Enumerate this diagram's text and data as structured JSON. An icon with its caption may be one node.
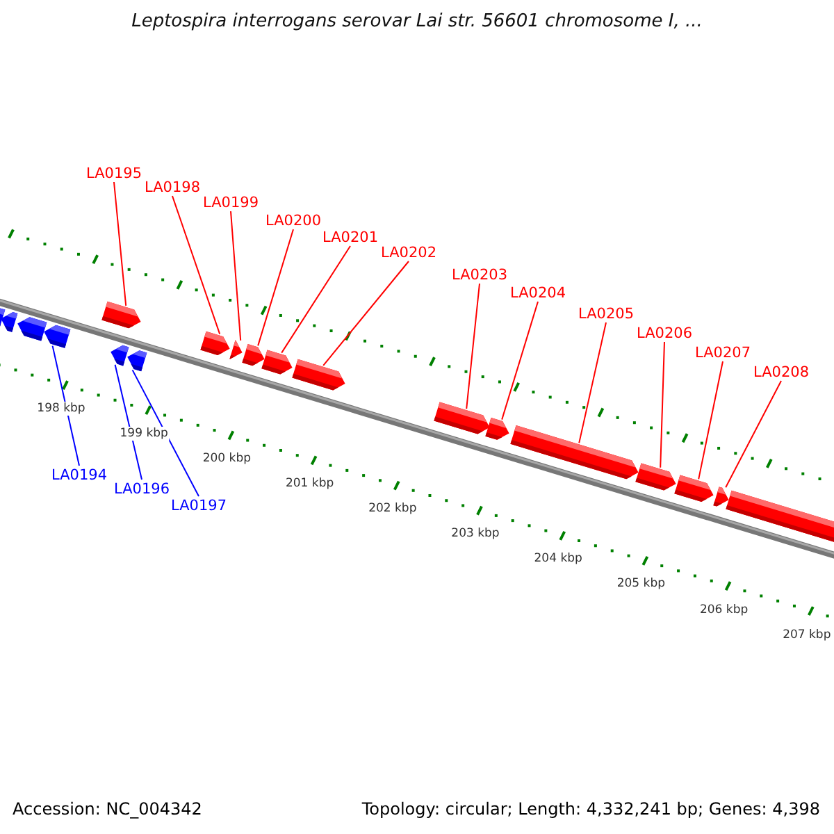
{
  "diagram": {
    "title": "Leptospira interrogans serovar Lai str. 56601 chromosome I, ...",
    "nodes": [
      {
        "text": [
          "LA0195"
        ]
      },
      {
        "text": [
          "LA0198"
        ]
      },
      {
        "text": [
          "LA0199"
        ]
      },
      {
        "text": [
          "LA0200"
        ]
      },
      {
        "text": [
          "LA0201"
        ]
      },
      {
        "text": [
          "LA0202"
        ]
      },
      {
        "text": [
          "LA0203"
        ]
      },
      {
        "text": [
          "LA0204"
        ]
      },
      {
        "text": [
          "LA0205"
        ]
      },
      {
        "text": [
          "LA0206"
        ]
      },
      {
        "text": [
          "LA0207"
        ]
      },
      {
        "text": [
          "LA0208"
        ]
      },
      {
        "text": [
          "LA0194"
        ]
      },
      {
        "text": [
          "LA0196"
        ]
      },
      {
        "text": [
          "LA0197"
        ]
      },
      {
        "text": [],
        "shape": "arrow"
      },
      {
        "text": [],
        "shape": "arrow"
      },
      {
        "text": [],
        "shape": "arrow"
      },
      {
        "text": [],
        "shape": "arrow"
      },
      {
        "text": [],
        "shape": "arrow"
      },
      {
        "text": [],
        "shape": "arrow"
      },
      {
        "text": [],
        "shape": "arrow"
      },
      {
        "text": [],
        "shape": "arrow"
      },
      {
        "text": [],
        "shape": "arrow"
      },
      {
        "text": [],
        "shape": "arrow"
      },
      {
        "text": [],
        "shape": "arrow"
      },
      {
        "text": [],
        "shape": "arrow"
      },
      {
        "text": [],
        "shape": "arrow"
      },
      {
        "text": [],
        "shape": "arrow"
      },
      {
        "text": [],
        "shape": "arrow"
      },
      {
        "text": [],
        "shape": "arrow"
      },
      {
        "text": [],
        "shape": "arrow"
      },
      {
        "text": [],
        "shape": "arrow"
      },
      {
        "text": [],
        "shape": "arrow"
      }
    ],
    "edges": [
      {
        "from": 0,
        "to": 19,
        "arrow": "none"
      },
      {
        "from": 1,
        "to": 22,
        "arrow": "none"
      },
      {
        "from": 2,
        "to": 23,
        "arrow": "none"
      },
      {
        "from": 3,
        "to": 24,
        "arrow": "none"
      },
      {
        "from": 4,
        "to": 25,
        "arrow": "none"
      },
      {
        "from": 5,
        "to": 26,
        "arrow": "none"
      },
      {
        "from": 6,
        "to": 27,
        "arrow": "none"
      },
      {
        "from": 7,
        "to": 28,
        "arrow": "none"
      },
      {
        "from": 8,
        "to": 29,
        "arrow": "none"
      },
      {
        "from": 9,
        "to": 30,
        "arrow": "none"
      },
      {
        "from": 10,
        "to": 31,
        "arrow": "none"
      },
      {
        "from": 11,
        "to": 32,
        "arrow": "none"
      },
      {
        "from": 12,
        "to": 18,
        "arrow": "none",
        "color": "#0000ff"
      },
      {
        "from": 13,
        "to": 20,
        "arrow": "none",
        "color": "#0000ff"
      },
      {
        "from": 14,
        "to": 21,
        "arrow": "none",
        "color": "#0000ff"
      }
    ],
    "labels": [
      "198 kbp",
      "199 kbp",
      "200 kbp",
      "201 kbp",
      "202 kbp",
      "203 kbp",
      "204 kbp",
      "205 kbp",
      "206 kbp",
      "207 kbp",
      "Accession: NC_004342",
      "Topology: circular; Length: 4,332,241 bp; Genes: 4,398"
    ]
  }
}
